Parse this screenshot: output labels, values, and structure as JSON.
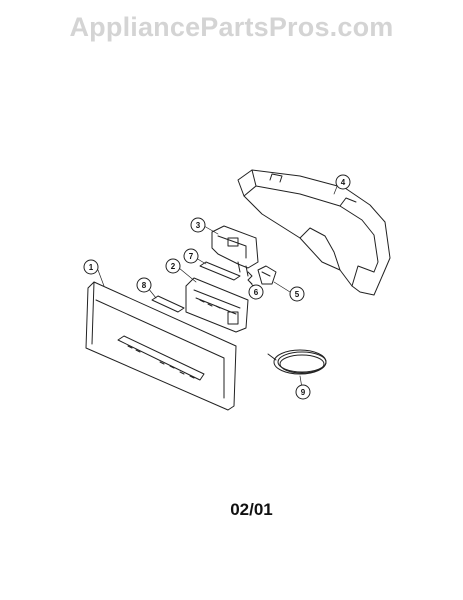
{
  "watermark": "AppliancePartsPros.com",
  "date_code": "02/01",
  "callouts": [
    "1",
    "2",
    "3",
    "4",
    "5",
    "6",
    "7",
    "8",
    "9"
  ],
  "colors": {
    "line": "#222222",
    "watermark": "#d4d4d4",
    "background": "#ffffff"
  }
}
